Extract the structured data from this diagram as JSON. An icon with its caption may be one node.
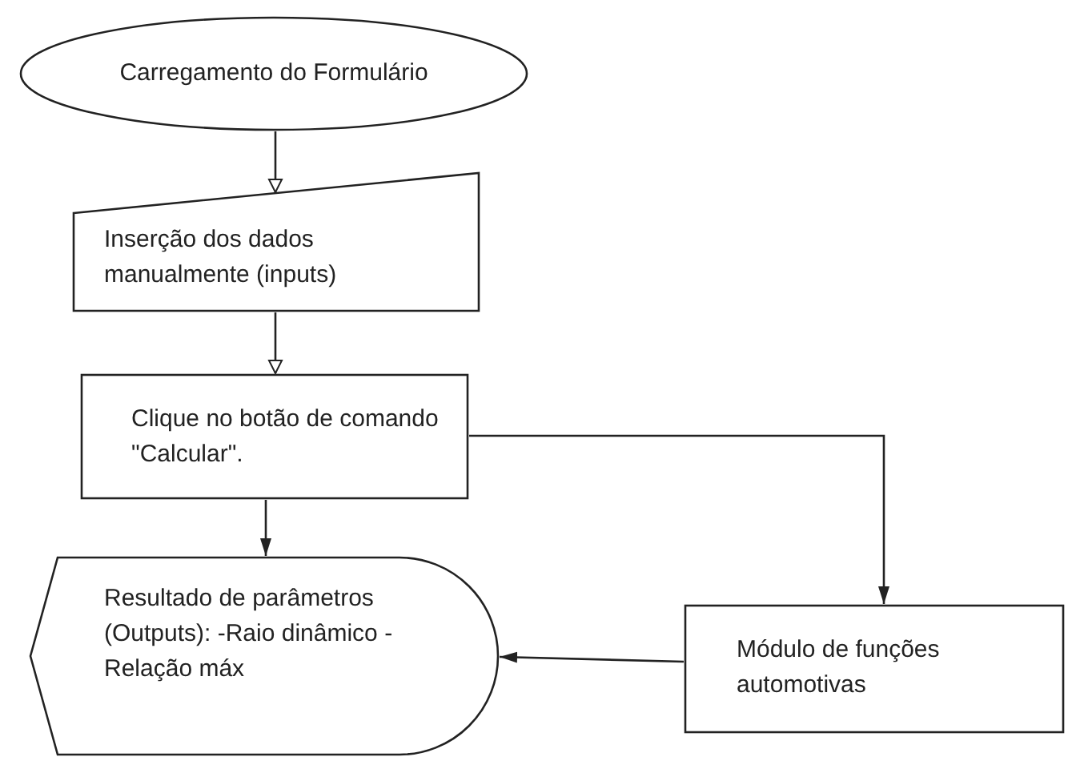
{
  "diagram": {
    "nodes": [
      {
        "text": [
          "Carregamento do Formulário"
        ]
      },
      {
        "text": [
          "Inserção dos dados manualmente (inputs)"
        ]
      },
      {
        "text": [
          "Clique no botão de comando \"Calcular\"."
        ]
      },
      {
        "text": [
          "Resultado de parâmetros (Outputs): -Raio dinâmico -Relação máx"
        ]
      },
      {
        "text": [
          "Módulo de funções automotivas"
        ]
      }
    ],
    "edges": [
      {
        "from": 0,
        "to": 1,
        "arrow": "to"
      },
      {
        "from": 1,
        "to": 2,
        "arrow": "to"
      },
      {
        "from": 2,
        "to": 3,
        "arrow": "to"
      },
      {
        "from": 2,
        "to": 4,
        "arrow": "to"
      },
      {
        "from": 4,
        "to": 3,
        "arrow": "to"
      }
    ]
  }
}
